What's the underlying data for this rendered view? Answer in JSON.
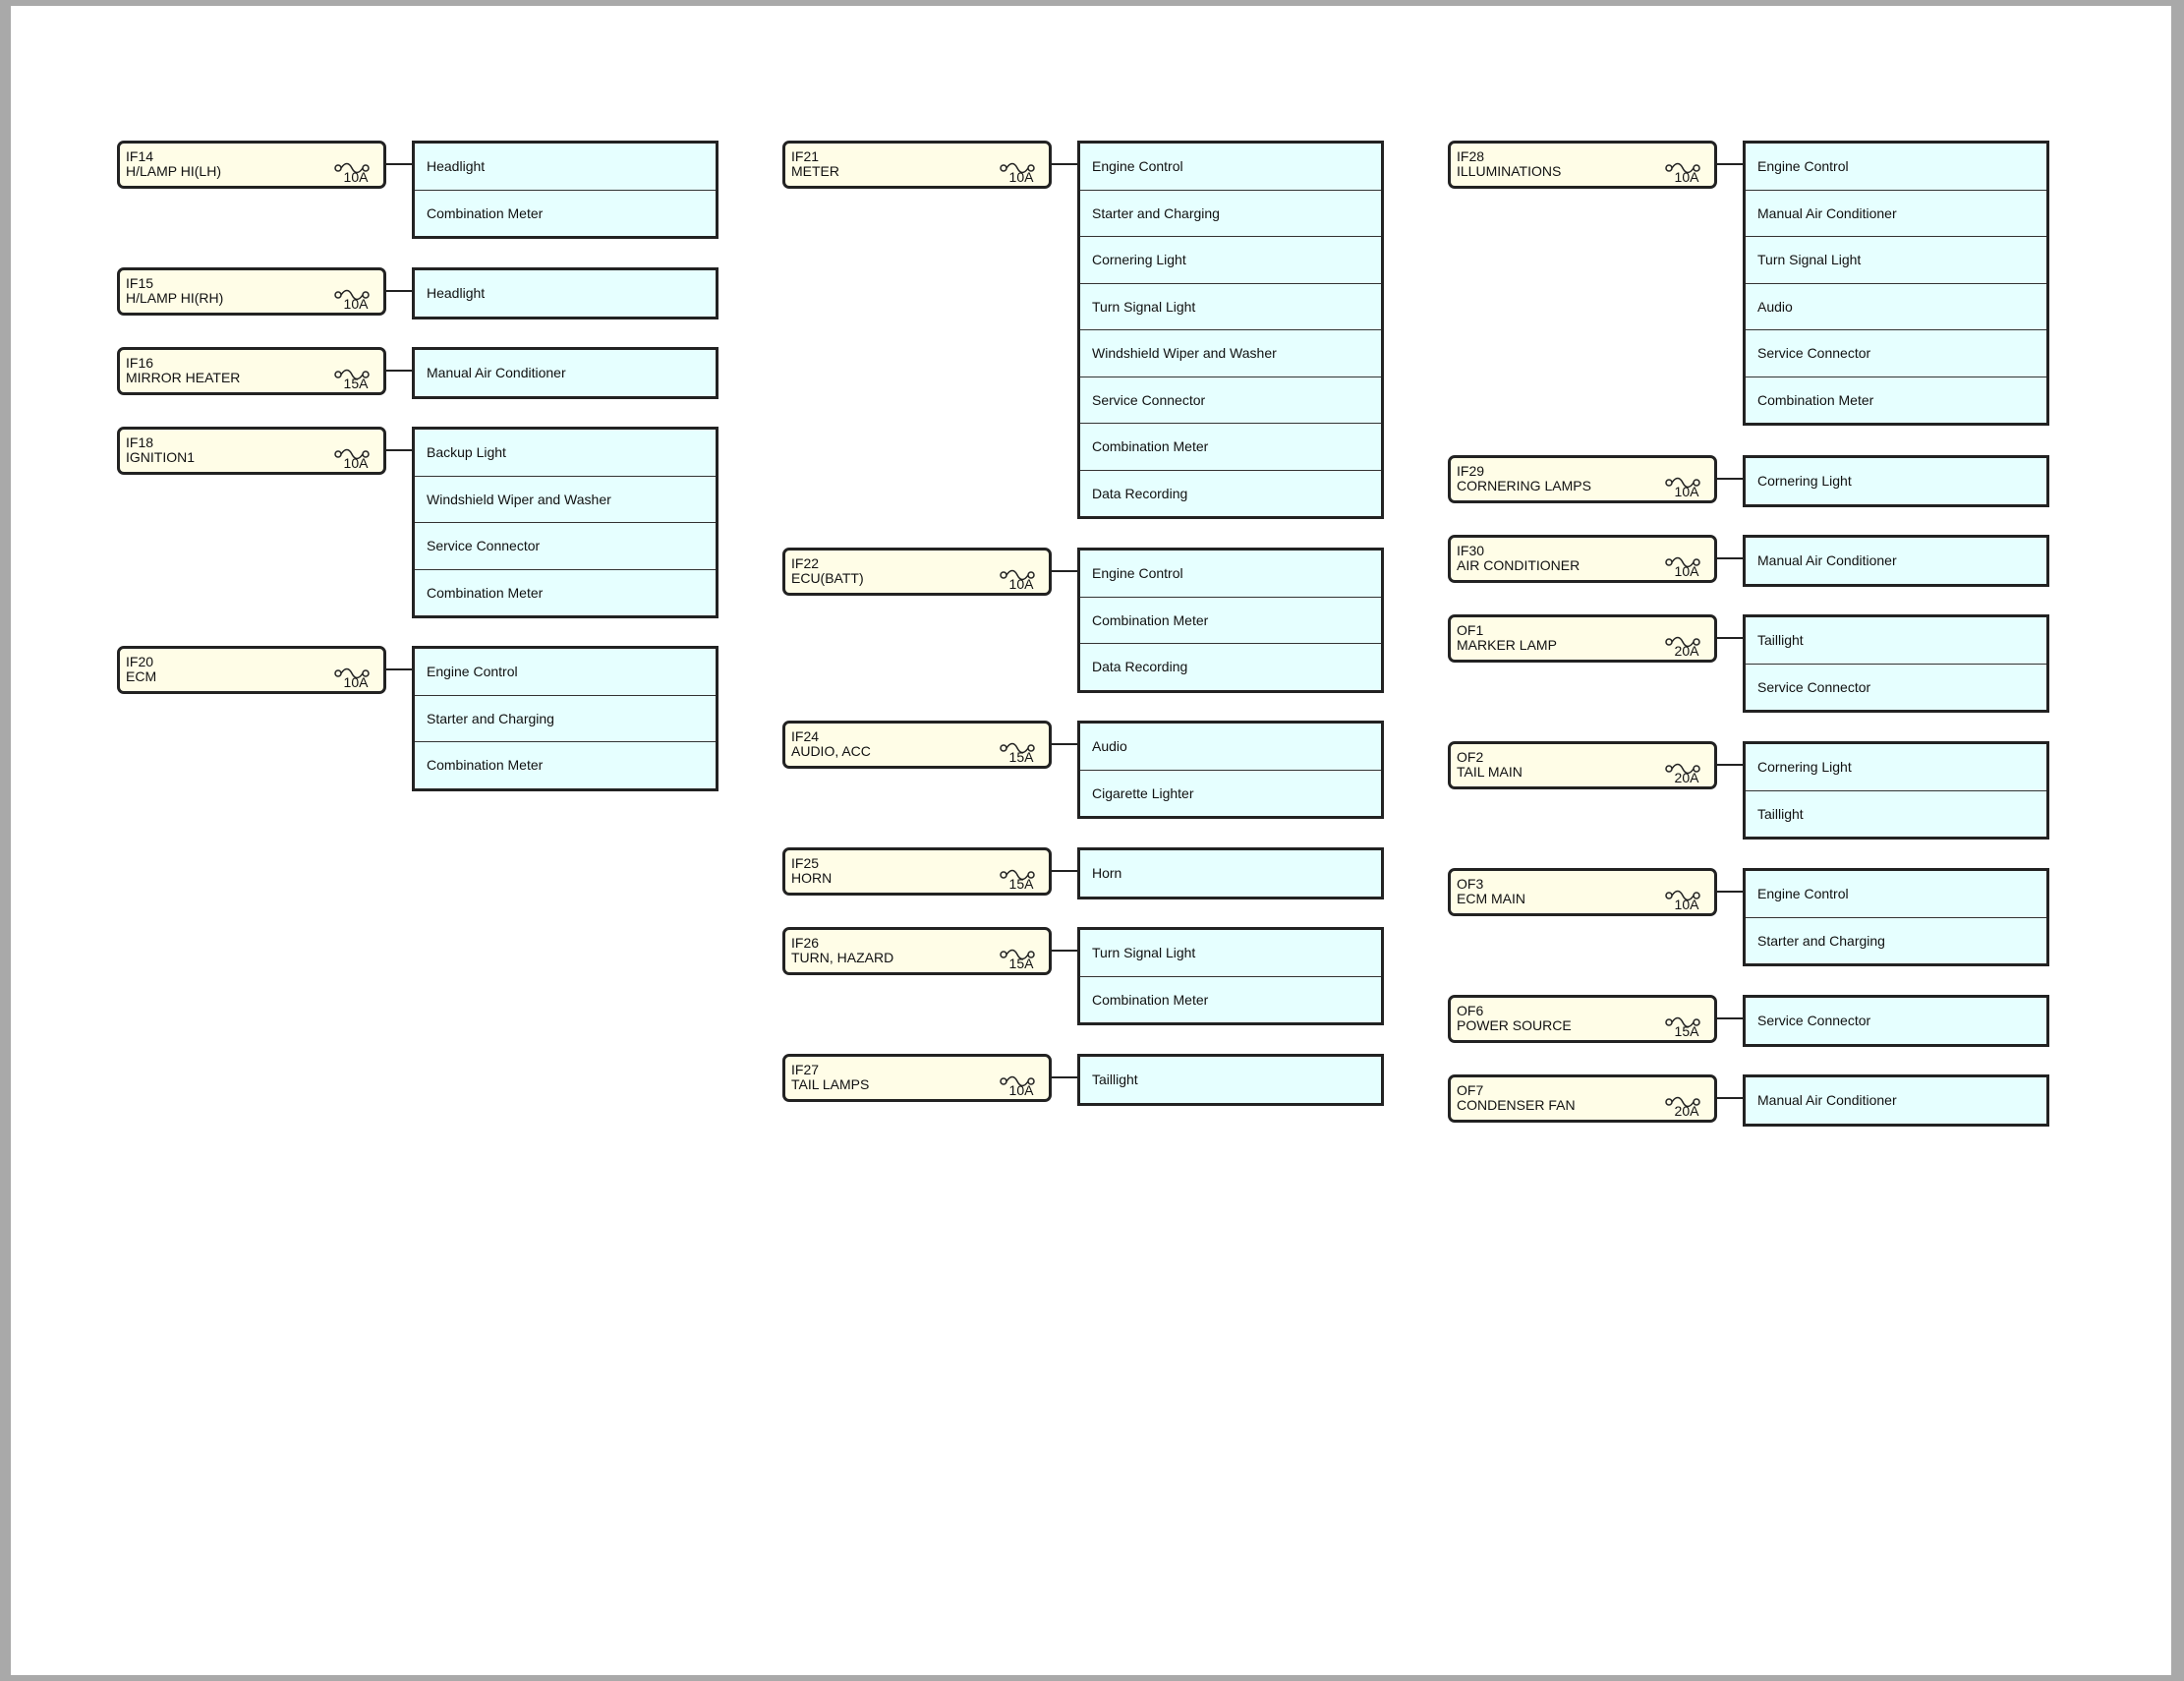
{
  "columns": [
    [
      {
        "id": "IF14",
        "name": "H/LAMP HI(LH)",
        "rating": "10A",
        "circuits": [
          "Headlight",
          "Combination Meter"
        ]
      },
      {
        "id": "IF15",
        "name": "H/LAMP HI(RH)",
        "rating": "10A",
        "circuits": [
          "Headlight"
        ]
      },
      {
        "id": "IF16",
        "name": "MIRROR HEATER",
        "rating": "15A",
        "circuits": [
          "Manual Air Conditioner"
        ]
      },
      {
        "id": "IF18",
        "name": "IGNITION1",
        "rating": "10A",
        "circuits": [
          "Backup Light",
          "Windshield Wiper and Washer",
          "Service Connector",
          "Combination Meter"
        ]
      },
      {
        "id": "IF20",
        "name": "ECM",
        "rating": "10A",
        "circuits": [
          "Engine Control",
          "Starter and Charging",
          "Combination Meter"
        ]
      }
    ],
    [
      {
        "id": "IF21",
        "name": "METER",
        "rating": "10A",
        "circuits": [
          "Engine Control",
          "Starter and Charging",
          "Cornering Light",
          "Turn Signal Light",
          "Windshield Wiper and Washer",
          "Service Connector",
          "Combination Meter",
          "Data Recording"
        ]
      },
      {
        "id": "IF22",
        "name": "ECU(BATT)",
        "rating": "10A",
        "circuits": [
          "Engine Control",
          "Combination Meter",
          "Data Recording"
        ]
      },
      {
        "id": "IF24",
        "name": "AUDIO, ACC",
        "rating": "15A",
        "circuits": [
          "Audio",
          "Cigarette Lighter"
        ]
      },
      {
        "id": "IF25",
        "name": "HORN",
        "rating": "15A",
        "circuits": [
          "Horn"
        ]
      },
      {
        "id": "IF26",
        "name": "TURN, HAZARD",
        "rating": "15A",
        "circuits": [
          "Turn Signal Light",
          "Combination Meter"
        ]
      },
      {
        "id": "IF27",
        "name": "TAIL LAMPS",
        "rating": "10A",
        "circuits": [
          "Taillight"
        ]
      }
    ],
    [
      {
        "id": "IF28",
        "name": "ILLUMINATIONS",
        "rating": "10A",
        "circuits": [
          "Engine Control",
          "Manual Air Conditioner",
          "Turn Signal Light",
          "Audio",
          "Service Connector",
          "Combination Meter"
        ]
      },
      {
        "id": "IF29",
        "name": "CORNERING LAMPS",
        "rating": "10A",
        "circuits": [
          "Cornering Light"
        ]
      },
      {
        "id": "IF30",
        "name": "AIR CONDITIONER",
        "rating": "10A",
        "circuits": [
          "Manual Air Conditioner"
        ]
      },
      {
        "id": "OF1",
        "name": "MARKER LAMP",
        "rating": "20A",
        "circuits": [
          "Taillight",
          "Service Connector"
        ]
      },
      {
        "id": "OF2",
        "name": "TAIL MAIN",
        "rating": "20A",
        "circuits": [
          "Cornering Light",
          "Taillight"
        ]
      },
      {
        "id": "OF3",
        "name": "ECM MAIN",
        "rating": "10A",
        "circuits": [
          "Engine Control",
          "Starter and Charging"
        ]
      },
      {
        "id": "OF6",
        "name": "POWER SOURCE",
        "rating": "15A",
        "circuits": [
          "Service Connector"
        ]
      },
      {
        "id": "OF7",
        "name": "CONDENSER FAN",
        "rating": "20A",
        "circuits": [
          "Manual Air Conditioner"
        ]
      }
    ]
  ]
}
